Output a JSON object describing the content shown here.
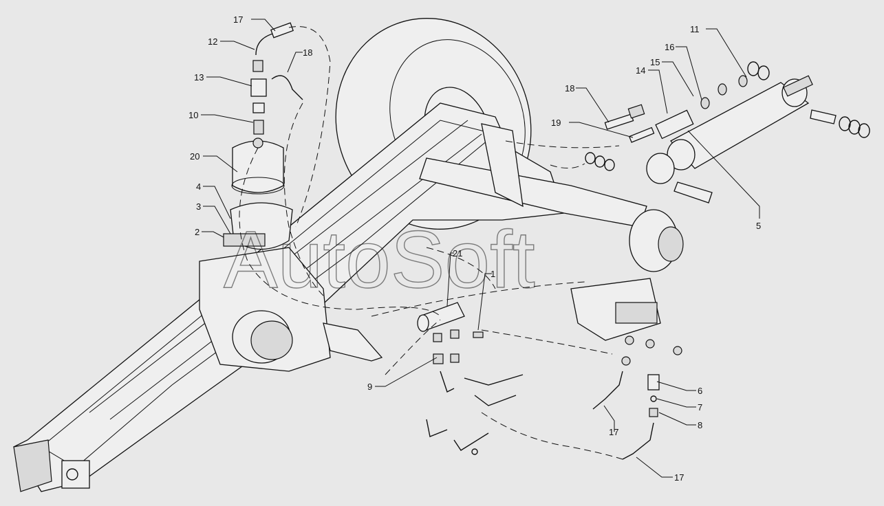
{
  "watermark": "AutoSoft",
  "callouts": [
    "17",
    "12",
    "18",
    "13",
    "10",
    "20",
    "4",
    "3",
    "2",
    "21",
    "1",
    "9",
    "18",
    "19",
    "14",
    "15",
    "16",
    "11",
    "5",
    "6",
    "7",
    "8",
    "17",
    "17"
  ]
}
